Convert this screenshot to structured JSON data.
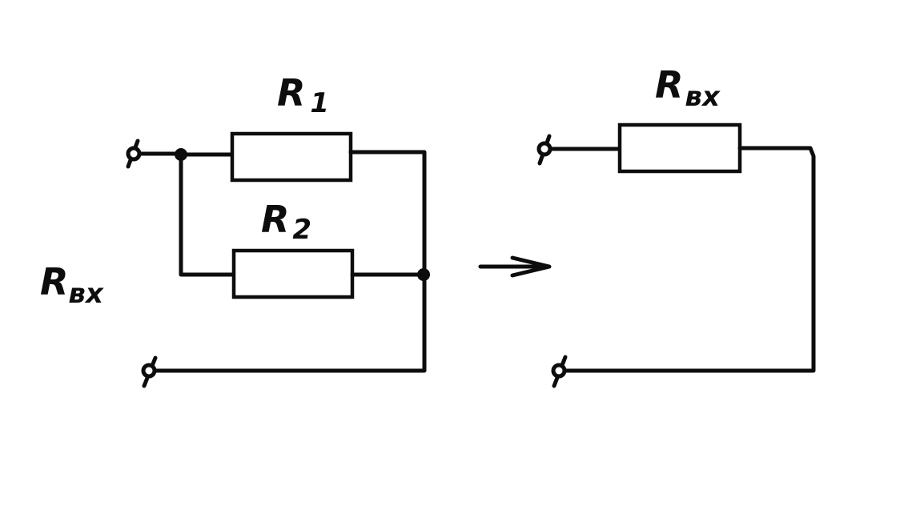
{
  "diagram": {
    "type": "circuit-equivalence",
    "left_circuit": {
      "name": "parallel-resistors",
      "resistors": [
        {
          "id": "R1",
          "letter": "R",
          "subscript": "1"
        },
        {
          "id": "R2",
          "letter": "R",
          "subscript": "2"
        }
      ],
      "input_label": {
        "letter": "R",
        "subscript": "вх"
      }
    },
    "transform_arrow": "→",
    "right_circuit": {
      "name": "equivalent-resistor",
      "resistors": [
        {
          "id": "Rвх",
          "letter": "R",
          "subscript": "вх"
        }
      ]
    },
    "colors": {
      "ink": "#0d0d0d",
      "paper": "#ffffff"
    }
  }
}
